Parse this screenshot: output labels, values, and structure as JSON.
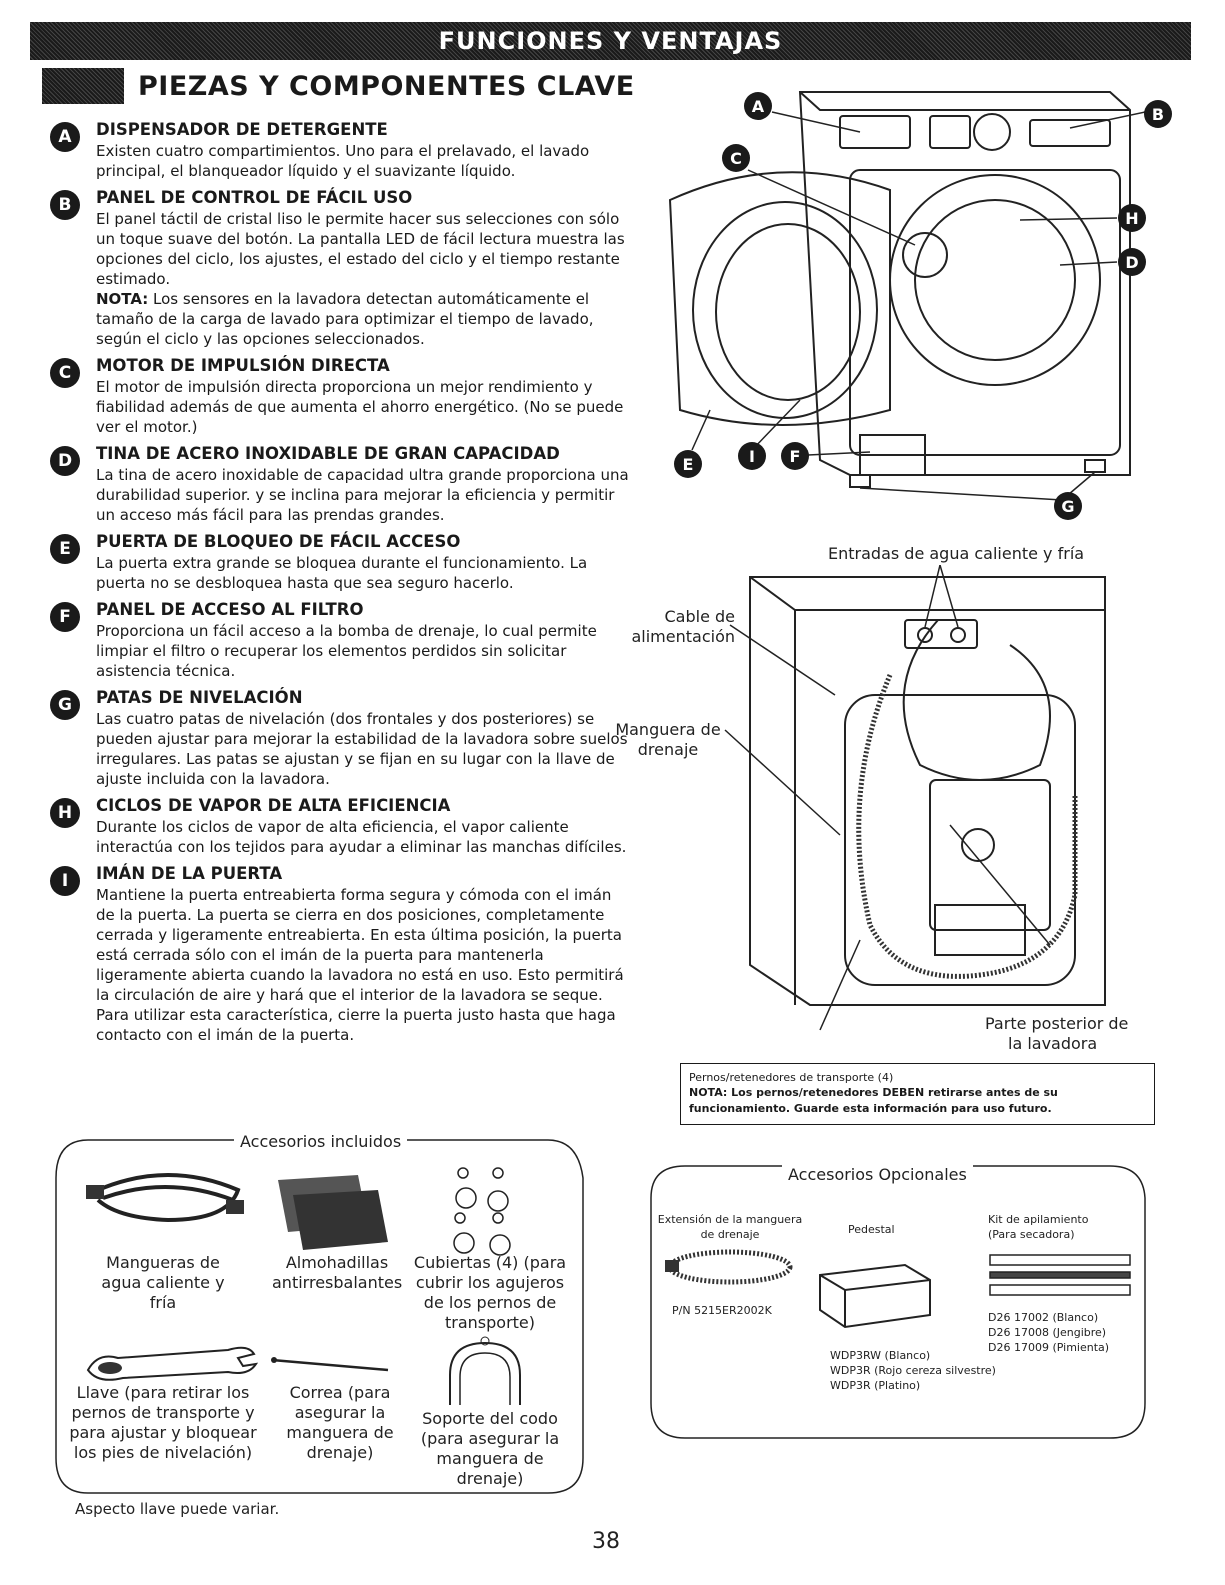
{
  "banner": "FUNCIONES Y VENTAJAS",
  "section_title": "PIEZAS Y COMPONENTES CLAVE",
  "items": [
    {
      "letter": "A",
      "title": "DISPENSADOR DE DETERGENTE",
      "text": "Existen cuatro compartimientos. Uno para el prelavado, el lavado principal, el blanqueador líquido y el suavizante líquido."
    },
    {
      "letter": "B",
      "title": "PANEL DE CONTROL DE FÁCIL USO",
      "text": "El panel táctil de cristal liso le permite hacer sus selecciones con sólo un toque suave del botón. La pantalla LED de fácil lectura muestra las opciones del ciclo, los ajustes, el estado del ciclo y el tiempo restante estimado.",
      "note_label": "NOTA:",
      "note": " Los sensores en la lavadora detectan automáticamente el tamaño de la carga de lavado para optimizar el tiempo de lavado, según el ciclo y las opciones seleccionados."
    },
    {
      "letter": "C",
      "title": "MOTOR DE IMPULSIÓN DIRECTA",
      "text": "El motor de impulsión directa proporciona un mejor rendimiento y fiabilidad además de que aumenta el ahorro energético. (No se puede ver el motor.)"
    },
    {
      "letter": "D",
      "title": "TINA DE ACERO INOXIDABLE DE GRAN CAPACIDAD",
      "text": "La tina de acero inoxidable de capacidad ultra grande proporciona una durabilidad superior. y se inclina para mejorar la eficiencia y permitir un acceso más fácil para las prendas grandes."
    },
    {
      "letter": "E",
      "title": "PUERTA DE BLOQUEO DE FÁCIL ACCESO",
      "text": "La puerta extra grande se bloquea durante el funcionamiento. La puerta no se desbloquea hasta que sea seguro hacerlo."
    },
    {
      "letter": "F",
      "title": "PANEL DE ACCESO AL FILTRO",
      "text": "Proporciona un fácil acceso a la bomba de drenaje, lo cual permite limpiar el filtro o recuperar los elementos perdidos sin solicitar asistencia técnica."
    },
    {
      "letter": "G",
      "title": "PATAS DE NIVELACIÓN",
      "text": "Las cuatro patas de nivelación (dos frontales y dos posteriores) se pueden ajustar para mejorar la estabilidad de la lavadora sobre suelos irregulares. Las patas se ajustan y se fijan en su lugar con la llave de ajuste incluida con la lavadora."
    },
    {
      "letter": "H",
      "title": "CICLOS DE VAPOR DE ALTA EFICIENCIA",
      "text": "Durante los ciclos de vapor de alta eficiencia, el vapor caliente interactúa con los tejidos para ayudar a eliminar las manchas difíciles."
    },
    {
      "letter": "I",
      "title": "IMÁN DE LA PUERTA",
      "text": "Mantiene la puerta entreabierta forma segura y cómoda con el imán de la puerta. La puerta se cierra en dos posiciones, completamente cerrada y ligeramente entreabierta. En esta última posición, la puerta está cerrada sólo con el imán de la puerta para mantenerla ligeramente abierta cuando la lavadora no está en uso. Esto permitirá la circulación de aire y hará que el interior de la lavadora se seque. Para utilizar esta característica, cierre la puerta justo hasta que haga contacto con el imán de la puerta."
    }
  ],
  "front_diagram": {
    "callouts": [
      "A",
      "B",
      "C",
      "H",
      "D",
      "E",
      "I",
      "F",
      "G"
    ]
  },
  "rear_diagram": {
    "inlets_label": "Entradas de agua caliente y fría",
    "power_cord_label": "Cable de alimentación",
    "drain_hose_label": "Manguera de drenaje",
    "rear_label_1": "Parte posterior de",
    "rear_label_2": "la lavadora"
  },
  "transport_note": {
    "line1": "Pernos/retenedores de transporte (4)",
    "line2": "NOTA: Los pernos/retenedores DEBEN retirarse antes de su",
    "line3": "funcionamiento. Guarde esta información para uso futuro."
  },
  "included": {
    "title": "Accesorios incluidos",
    "hoses": "Mangueras de agua caliente y fría",
    "pads": "Almohadillas antirresbalantes",
    "caps": "Cubiertas (4) (para cubrir los agujeros de los pernos de transporte)",
    "wrench": "Llave (para retirar los pernos de transporte y para ajustar y bloquear los pies de nivelación)",
    "strap": "Correa (para asegurar la manguera de drenaje)",
    "elbow": "Soporte del codo (para asegurar la manguera de drenaje)"
  },
  "optional": {
    "title": "Accesorios Opcionales",
    "ext_label_1": "Extensión de la manguera",
    "ext_label_2": "de drenaje",
    "ext_pn": "P/N 5215ER2002K",
    "pedestal": "Pedestal",
    "ped_1": "WDP3RW (Blanco)",
    "ped_2": "WDP3R (Rojo cereza silvestre)",
    "ped_3": "WDP3R (Platino)",
    "kit_1": "Kit de apilamiento",
    "kit_2": "(Para secadora)",
    "kit_p1": "D26 17002 (Blanco)",
    "kit_p2": "D26 17008 (Jengibre)",
    "kit_p3": "D26 17009 (Pimienta)"
  },
  "footnote": "Aspecto llave puede variar.",
  "page_number": "38"
}
